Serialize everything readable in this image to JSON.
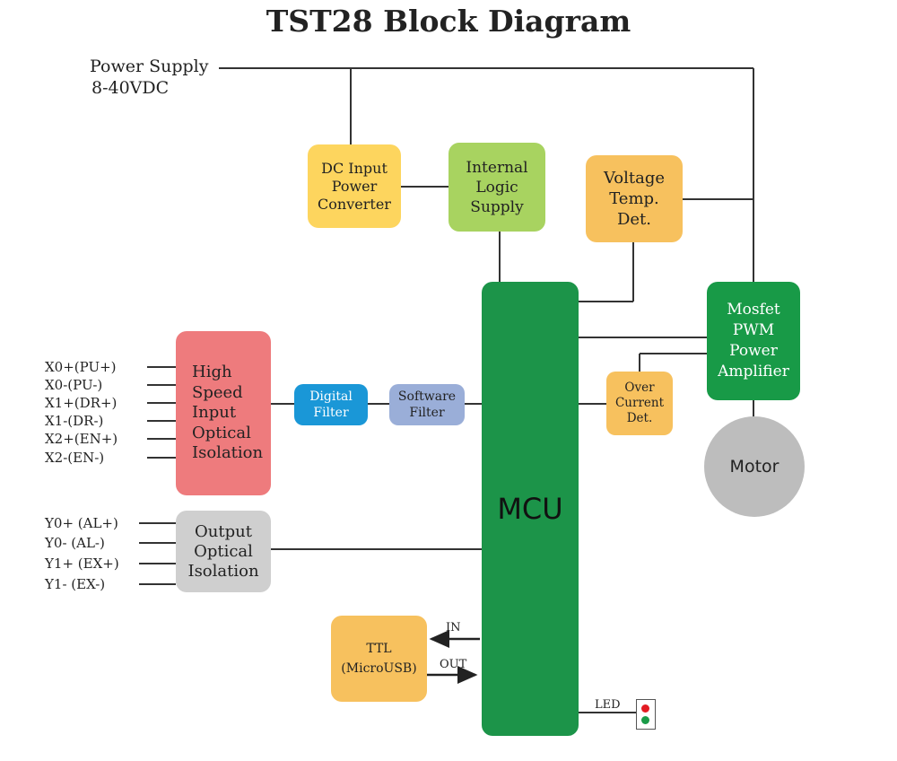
{
  "title": "TST28 Block Diagram",
  "power_supply": {
    "line1": "Power Supply",
    "line2": "8-40VDC"
  },
  "blocks": {
    "dc_input": [
      "DC Input",
      "Power",
      "Converter"
    ],
    "internal_logic": [
      "Internal",
      "Logic",
      "Supply"
    ],
    "voltage_temp": [
      "Voltage",
      "Temp.",
      "Det."
    ],
    "mosfet": [
      "Mosfet",
      "PWM",
      "Power",
      "Amplifier"
    ],
    "high_speed": [
      "High",
      "Speed",
      "Input",
      "Optical",
      "Isolation"
    ],
    "digital_filter": [
      "Digital",
      "Filter"
    ],
    "software_filter": [
      "Software",
      "Filter"
    ],
    "over_current": [
      "Over",
      "Current",
      "Det."
    ],
    "output_isolation": [
      "Output",
      "Optical",
      "Isolation"
    ],
    "ttl": [
      "TTL",
      "(MicroUSB)"
    ],
    "mcu": "MCU",
    "motor": "Motor"
  },
  "inputs": [
    "X0+(PU+)",
    "X0-(PU-)",
    "X1+(DR+)",
    "X1-(DR-)",
    "X2+(EN+)",
    "X2-(EN-)"
  ],
  "outputs": [
    "Y0+ (AL+)",
    "Y0- (AL-)",
    "Y1+ (EX+)",
    "Y1- (EX-)"
  ],
  "labels": {
    "in": "IN",
    "out": "OUT",
    "led": "LED"
  },
  "colors": {
    "dc_input": "#fdd55e",
    "internal_logic": "#a8d360",
    "voltage_temp": "#f7c15e",
    "mosfet": "#189a47",
    "high_speed": "#ee7b7d",
    "digital_filter": "#1a97d7",
    "software_filter": "#9aaed8",
    "over_current": "#f7c15e",
    "output_isolation": "#cfcfcf",
    "ttl": "#f7c15e",
    "mcu": "#1c9449",
    "motor": "#bdbdbd",
    "led_red": "#e31c23",
    "led_green": "#1a9b48"
  }
}
